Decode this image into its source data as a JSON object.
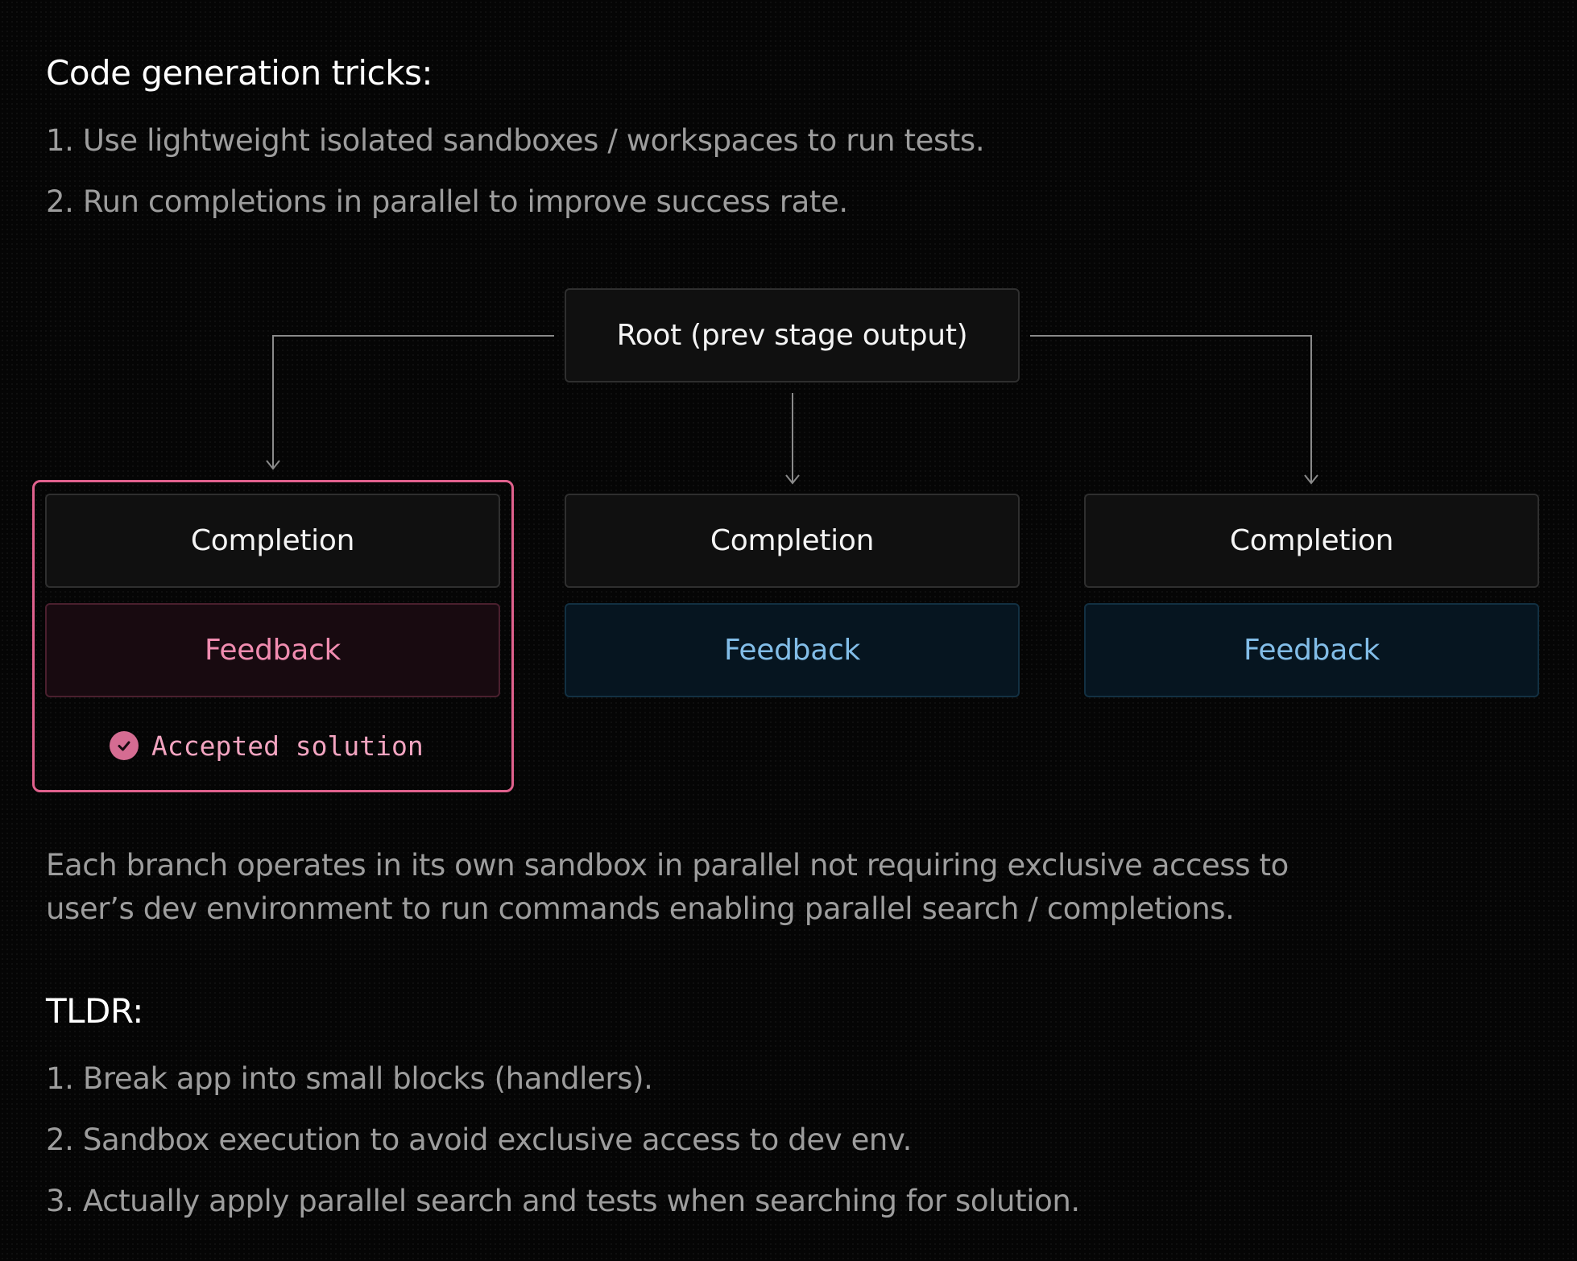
{
  "tricks": {
    "heading": "Code generation tricks:",
    "items": [
      "1. Use lightweight isolated sandboxes / workspaces to run tests.",
      "2. Run completions in parallel to improve success rate."
    ]
  },
  "diagram": {
    "root_label": "Root (prev stage output)",
    "branches": [
      {
        "completion": "Completion",
        "feedback": "Feedback",
        "accepted": true
      },
      {
        "completion": "Completion",
        "feedback": "Feedback",
        "accepted": false
      },
      {
        "completion": "Completion",
        "feedback": "Feedback",
        "accepted": false
      }
    ],
    "accepted_label": "Accepted solution",
    "colors": {
      "accepted_accent": "#e0618d",
      "accepted_feedback_text": "#f08cb0",
      "feedback_text": "#82bde8",
      "connector": "#8a8a8a"
    }
  },
  "description": {
    "lines": [
      "Each branch operates in its own sandbox in parallel not requiring exclusive access to",
      "user’s dev environment to run commands enabling parallel search / completions."
    ]
  },
  "tldr": {
    "heading": "TLDR:",
    "items": [
      "1. Break app into small blocks (handlers).",
      "2. Sandbox execution to avoid exclusive access to dev env.",
      "3. Actually apply parallel search and tests when searching for solution."
    ]
  },
  "icons": {
    "accepted_icon": "check-circle-icon",
    "arrow_icon": "arrow-down-icon"
  }
}
